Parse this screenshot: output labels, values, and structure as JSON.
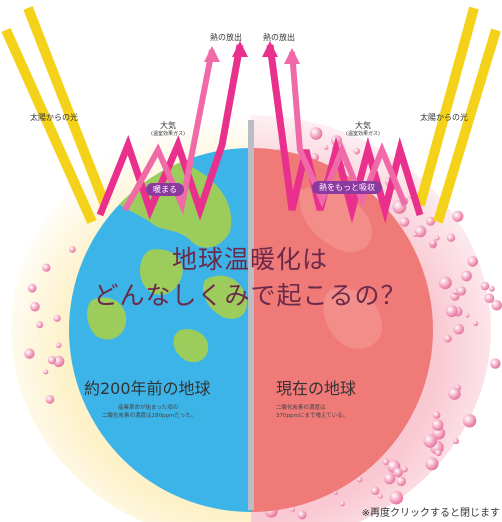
{
  "labels": {
    "sunlight_left": "太陽からの光",
    "sunlight_right": "太陽からの光",
    "heat_release_1": "熱の放出",
    "heat_release_2": "熱の放出",
    "atmosphere_left": "大気",
    "atmosphere_left_sub": "(温室効果ガス)",
    "atmosphere_right": "大気",
    "atmosphere_right_sub": "(温室効果ガス)",
    "warm_left": "暖まる",
    "warm_right": "熱をもっと吸収"
  },
  "title": {
    "line1": "地球温暖化は",
    "line2": "どんなしくみで起こるの？"
  },
  "eras": {
    "past_title": "約200年前の地球",
    "past_note_1": "産業革命が始まった頃の",
    "past_note_2": "二酸化炭素の濃度は280ppmだった。",
    "now_title": "現在の地球",
    "now_note_1": "二酸化炭素の濃度は",
    "now_note_2": "370ppmにまで増えている。"
  },
  "footer": "※再度クリックすると閉じます",
  "colors": {
    "past_ocean": "#3db4e8",
    "past_land": "#9ccc5c",
    "now_globe": "#f07a78",
    "sunbeam": "#f5d21a",
    "heat_arrow": "#e8308c",
    "pill": "#8b3aa0"
  }
}
